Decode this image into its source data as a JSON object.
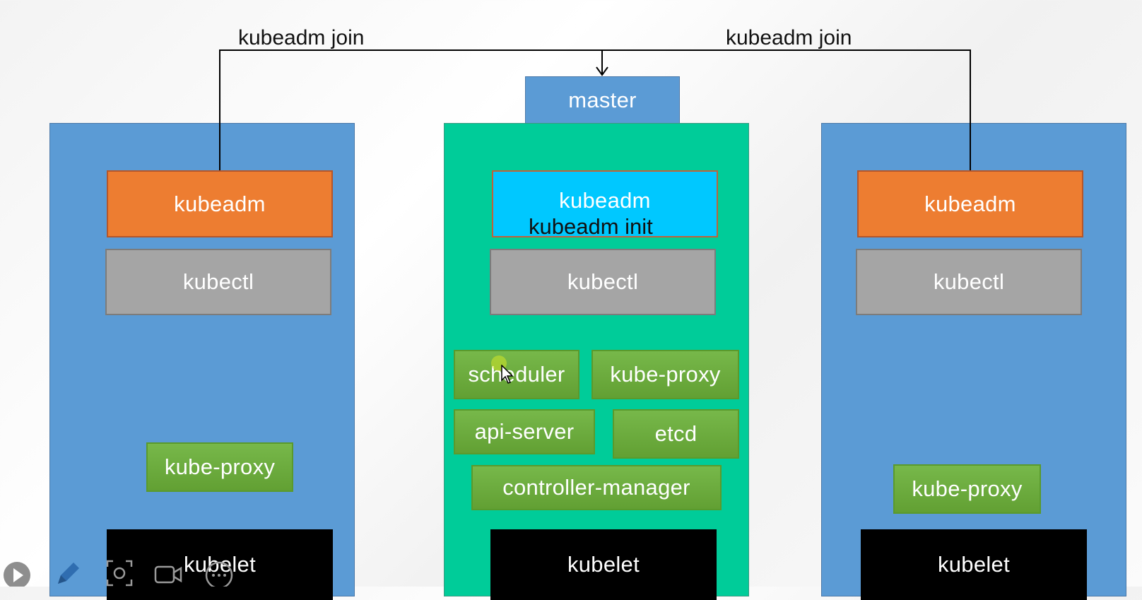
{
  "top_labels": {
    "join_left": "kubeadm join",
    "join_right": "kubeadm join"
  },
  "master": {
    "tab": "master",
    "kubeadm": "kubeadm",
    "kubeadm_init": "kubeadm init",
    "kubectl": "kubectl",
    "scheduler": "scheduler",
    "kube_proxy": "kube-proxy",
    "api_server": "api-server",
    "etcd": "etcd",
    "controller_manager": "controller-manager",
    "kubelet": "kubelet"
  },
  "node_left": {
    "kubeadm": "kubeadm",
    "kubectl": "kubectl",
    "kube_proxy": "kube-proxy",
    "kubelet": "kubelet"
  },
  "node_right": {
    "kubeadm": "kubeadm",
    "kubectl": "kubectl",
    "kube_proxy": "kube-proxy",
    "kubelet": "kubelet"
  },
  "colors": {
    "node_blue": "#5b9bd5",
    "master_teal": "#00cc99",
    "kubeadm_orange": "#ed7d31",
    "kubeadm_master_cyan": "#00c8ff",
    "kubectl_gray": "#a5a5a5",
    "component_green": "#70ad47",
    "kubelet_black": "#000000"
  },
  "toolbar": {
    "icons": [
      "play-icon",
      "pen-icon",
      "screenshot-icon",
      "video-icon",
      "more-icon"
    ]
  }
}
